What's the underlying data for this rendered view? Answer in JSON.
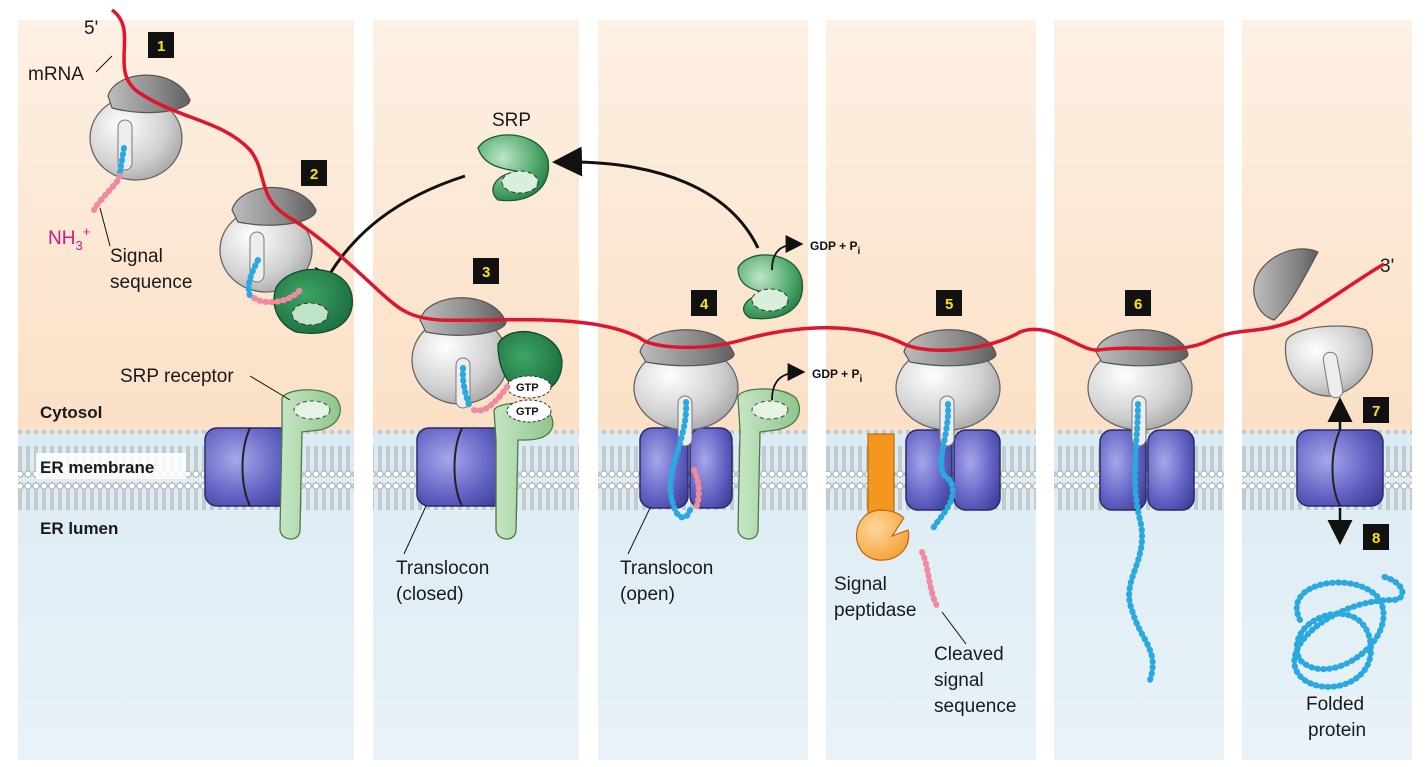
{
  "labels": {
    "five_prime": "5'",
    "three_prime": "3'",
    "mrna": "mRNA",
    "nh3": "NH",
    "nh3_sub": "3",
    "nh3_sup": "+",
    "signal_sequence_line1": "Signal",
    "signal_sequence_line2": "sequence",
    "srp": "SRP",
    "srp_receptor": "SRP receptor",
    "cytosol": "Cytosol",
    "er_membrane": "ER membrane",
    "er_lumen": "ER lumen",
    "gtp": "GTP",
    "gdp_pi_1": "GDP + P",
    "gdp_pi_2": "GDP + P",
    "pi_sub": "i",
    "translocon_closed_1": "Translocon",
    "translocon_closed_2": "(closed)",
    "translocon_open_1": "Translocon",
    "translocon_open_2": "(open)",
    "signal_peptidase_1": "Signal",
    "signal_peptidase_2": "peptidase",
    "cleaved_1": "Cleaved",
    "cleaved_2": "signal",
    "cleaved_3": "sequence",
    "folded_1": "Folded",
    "folded_2": "protein"
  },
  "steps": [
    "1",
    "2",
    "3",
    "4",
    "5",
    "6",
    "7",
    "8"
  ],
  "colors": {
    "cytosol_bg": "#fbe3cc",
    "lumen_bg": "#cfe2ee",
    "mrna": "#e0142b",
    "ribosome": "#d6d6d6",
    "srp": "#2e8b57",
    "srp_receptor": "#a9d6a5",
    "translocon": "#5a5ab8",
    "peptide": "#29a9e0",
    "signal_seq": "#f08aa0",
    "peptidase": "#f5a030",
    "nh3_text": "#d4148a"
  }
}
